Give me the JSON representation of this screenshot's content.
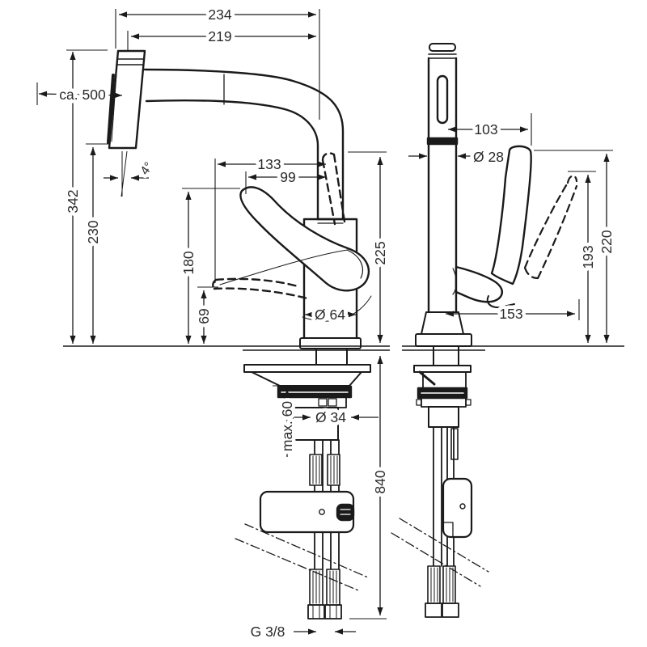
{
  "drawing": {
    "type": "technical-dimension-diagram",
    "subject": "kitchen faucet with pull-out spray, front and side installation views",
    "colors": {
      "line": "#1a1a1a",
      "text": "#2a2a2a",
      "background": "#ffffff"
    },
    "front_view": {
      "width_top": "234",
      "spout_reach": "219",
      "pullout_hose_length": "ca. 500",
      "total_height": "342",
      "spray_outlet_height": "230",
      "spray_tilt_angle": "4°",
      "lever_reach_total": "133",
      "lever_reach": "99",
      "lever_tip_height": "180",
      "lever_low_height": "69",
      "spout_height": "225",
      "base_diameter": "Ø 64",
      "max_counter_thickness": "max. 60",
      "shank_diameter": "Ø 34",
      "hose_length_below_deck": "840",
      "connection_thread": "G 3/8"
    },
    "side_view": {
      "depth": "103",
      "column_diameter": "Ø 28",
      "handle_height_tilted": "193",
      "handle_height": "220",
      "handle_depth": "153"
    }
  }
}
